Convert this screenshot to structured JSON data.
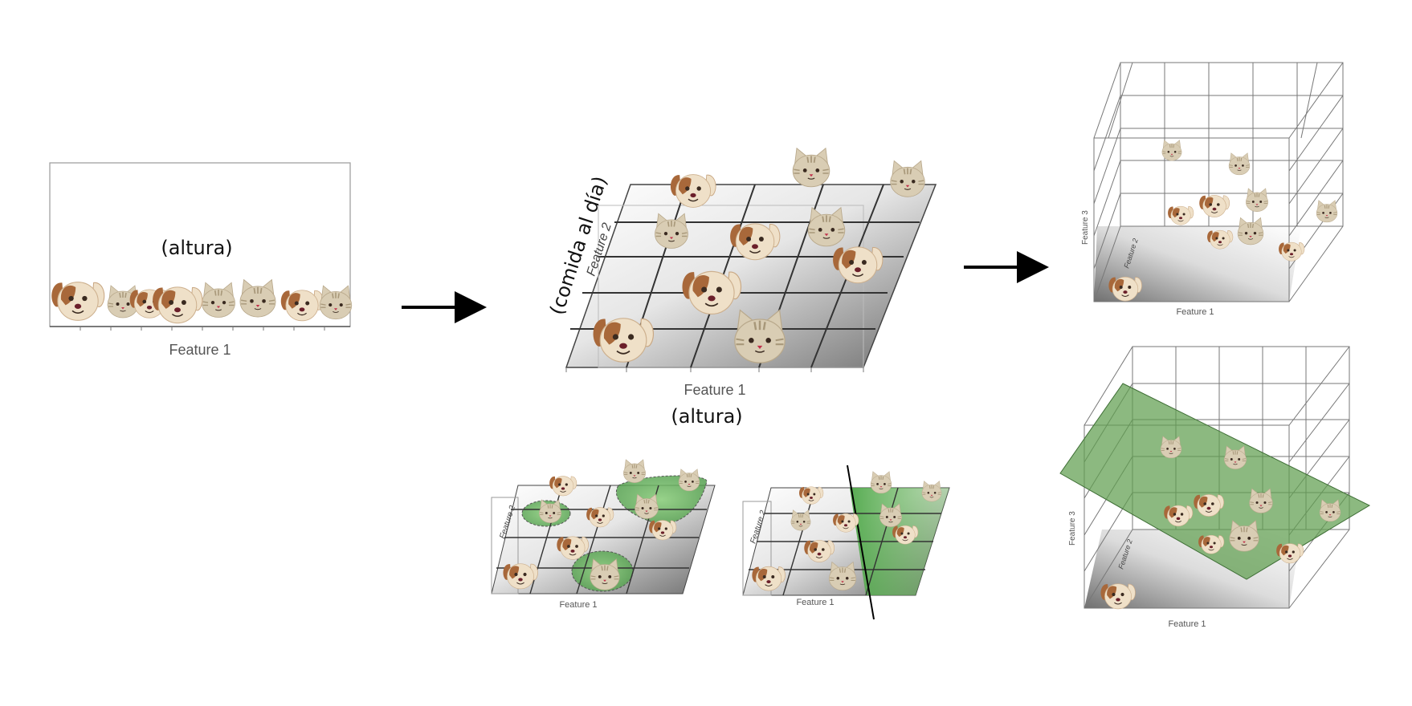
{
  "panel_1d": {
    "annotation": "(altura)",
    "x_axis_label": "Feature 1"
  },
  "panel_2d": {
    "x_axis_label": "Feature 1",
    "x_annotation": "(altura)",
    "y_axis_label": "Feature 2",
    "y_annotation": "(comida al día)"
  },
  "panel_2d_small_left": {
    "x_axis_label": "Feature 1",
    "y_axis_label": "Feature 2"
  },
  "panel_2d_small_right": {
    "x_axis_label": "Feature 1",
    "y_axis_label": "Feature 2"
  },
  "panel_3d_top": {
    "x_axis_label": "Feature 1",
    "y_axis_label": "Feature 2",
    "z_axis_label": "Feature 3"
  },
  "panel_3d_bottom": {
    "x_axis_label": "Feature 1",
    "y_axis_label": "Feature 2",
    "z_axis_label": "Feature 3"
  },
  "colors": {
    "plane_green": "#5f9e4f",
    "region_green": "#6fbf5f",
    "grid": "#333333",
    "dog_fur": "#efe0c8",
    "dog_patch": "#a8683a",
    "cat_fur": "#d9cdb4",
    "cat_stripe": "#a8987a",
    "arrow": "#000000"
  },
  "icons": [
    "dog-icon",
    "cat-icon",
    "arrow-right-icon"
  ]
}
